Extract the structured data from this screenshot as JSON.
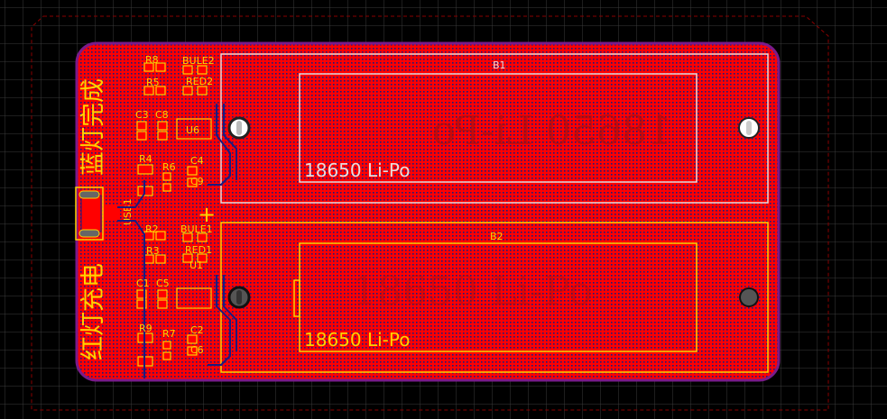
{
  "board": {
    "colors": {
      "copper": "#ff0000",
      "silk": "#ffd200",
      "outline": "#7a1a8a",
      "keepout": "#8a0000",
      "grid": "#3a3a3a",
      "b1_silk": "#e8dcdc"
    },
    "text_blue_done": "蓝灯完成",
    "text_red_charging": "红灯充电",
    "ghost_text_top": "18650 Li-Po",
    "ghost_text_bottom": "18650 Li-Po"
  },
  "batteries": [
    {
      "designator": "B1",
      "label": "18650 Li-Po"
    },
    {
      "designator": "B2",
      "label": "18650 Li-Po"
    }
  ],
  "components": {
    "R8": "R8",
    "R5": "R5",
    "BULE2": "BULE2",
    "RED2": "RED2",
    "C3": "C3",
    "C8": "C8",
    "U6": "U6",
    "R4": "R4",
    "R6": "R6",
    "C4": "C4",
    "C9": "C9",
    "USB1": "USB1",
    "plus": "+",
    "R2": "R2",
    "R3": "R3",
    "BULE1": "BULE1",
    "RED1": "RED1",
    "U1": "U1",
    "C1": "C1",
    "C5": "C5",
    "R9": "R9",
    "R7": "R7",
    "C2": "C2",
    "C6": "C6"
  }
}
